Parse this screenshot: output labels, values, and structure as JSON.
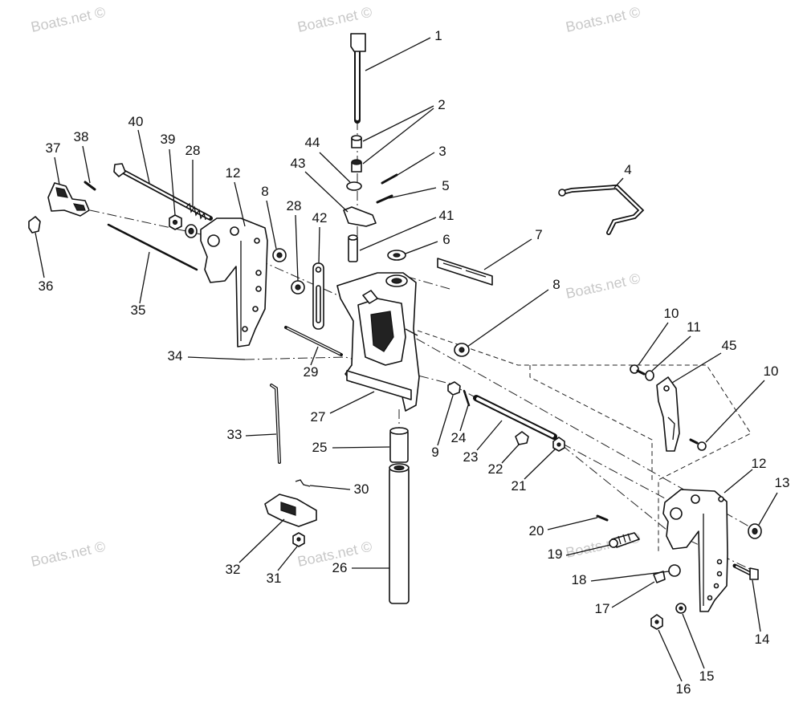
{
  "watermark": "Boats.net ©",
  "callouts": {
    "c1": "1",
    "c2": "2",
    "c3": "3",
    "c4": "4",
    "c5": "5",
    "c6": "6",
    "c7": "7",
    "c8a": "8",
    "c8b": "8",
    "c9": "9",
    "c10a": "10",
    "c10b": "10",
    "c11": "11",
    "c12a": "12",
    "c12b": "12",
    "c13": "13",
    "c14": "14",
    "c15": "15",
    "c16": "16",
    "c17": "17",
    "c18": "18",
    "c19": "19",
    "c20": "20",
    "c21": "21",
    "c22": "22",
    "c23": "23",
    "c24": "24",
    "c25": "25",
    "c26": "26",
    "c27": "27",
    "c28a": "28",
    "c28b": "28",
    "c29": "29",
    "c30": "30",
    "c31": "31",
    "c32": "32",
    "c33": "33",
    "c34": "34",
    "c35": "35",
    "c36": "36",
    "c37": "37",
    "c38": "38",
    "c39": "39",
    "c40": "40",
    "c41": "41",
    "c42": "42",
    "c43": "43",
    "c44": "44",
    "c45": "45"
  }
}
